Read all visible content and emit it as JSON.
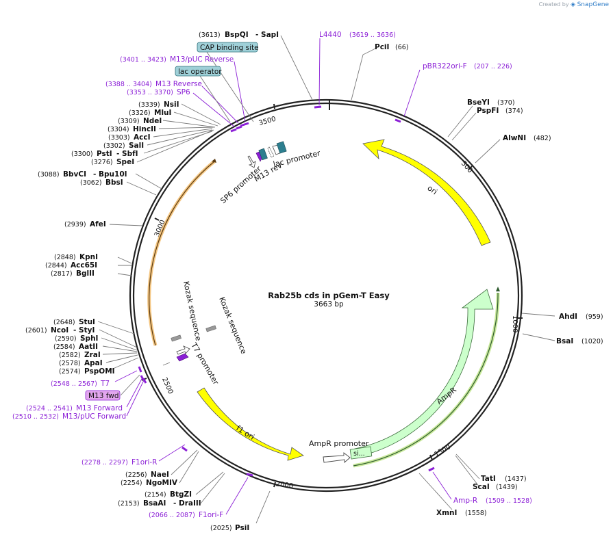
{
  "credit": {
    "prefix": "Created by",
    "brand": "SnapGene"
  },
  "plasmid": {
    "name": "Rab25b cds in pGem-T Easy",
    "length": "3663 bp"
  },
  "ticks": [
    "500",
    "1000",
    "1500",
    "2000",
    "2500",
    "3000",
    "3500"
  ],
  "enzymes": [
    {
      "pos": "(3613)",
      "name": "BspQI",
      "extra": "- SapI"
    },
    {
      "pos": "(66)",
      "name": "PciI"
    },
    {
      "pos": "(370)",
      "name": "BseYI"
    },
    {
      "pos": "(374)",
      "name": "PspFI"
    },
    {
      "pos": "(482)",
      "name": "AlwNI"
    },
    {
      "pos": "(959)",
      "name": "AhdI"
    },
    {
      "pos": "(1020)",
      "name": "BsaI"
    },
    {
      "pos": "(1437)",
      "name": "TatI"
    },
    {
      "pos": "(1439)",
      "name": "ScaI"
    },
    {
      "pos": "(1558)",
      "name": "XmnI"
    },
    {
      "pos": "(2025)",
      "name": "PsiI"
    },
    {
      "pos": "(2154)",
      "name": "BtgZI"
    },
    {
      "pos": "(2153)",
      "name": "BsaAI",
      "extra": "- DraIII"
    },
    {
      "pos": "(2256)",
      "name": "NaeI"
    },
    {
      "pos": "(2254)",
      "name": "NgoMIV"
    },
    {
      "pos": "(2574)",
      "name": "PspOMI"
    },
    {
      "pos": "(2578)",
      "name": "ApaI"
    },
    {
      "pos": "(2582)",
      "name": "ZraI"
    },
    {
      "pos": "(2584)",
      "name": "AatII"
    },
    {
      "pos": "(2590)",
      "name": "SphI"
    },
    {
      "pos": "(2601)",
      "name": "NcoI",
      "extra": "- StyI"
    },
    {
      "pos": "(2648)",
      "name": "StuI"
    },
    {
      "pos": "(2817)",
      "name": "BglII"
    },
    {
      "pos": "(2844)",
      "name": "Acc65I"
    },
    {
      "pos": "(2848)",
      "name": "KpnI"
    },
    {
      "pos": "(2939)",
      "name": "AfeI"
    },
    {
      "pos": "(3062)",
      "name": "BbsI"
    },
    {
      "pos": "(3088)",
      "name": "BbvCI",
      "extra": "- Bpu10I"
    },
    {
      "pos": "(3276)",
      "name": "SpeI"
    },
    {
      "pos": "(3300)",
      "name": "PstI",
      "extra": "- SbfI"
    },
    {
      "pos": "(3302)",
      "name": "SalI"
    },
    {
      "pos": "(3303)",
      "name": "AccI"
    },
    {
      "pos": "(3304)",
      "name": "HincII"
    },
    {
      "pos": "(3309)",
      "name": "NdeI"
    },
    {
      "pos": "(3326)",
      "name": "MluI"
    },
    {
      "pos": "(3339)",
      "name": "NsiI"
    }
  ],
  "primers": [
    {
      "name": "L4440",
      "pos": "(3619 .. 3636)"
    },
    {
      "name": "pBR322ori-F",
      "pos": "(207 .. 226)"
    },
    {
      "name": "M13/pUC Reverse",
      "pos": "(3401 .. 3423)"
    },
    {
      "name": "M13 Reverse",
      "pos": "(3388 .. 3404)"
    },
    {
      "name": "SP6",
      "pos": "(3353 .. 3370)"
    },
    {
      "name": "T7",
      "pos": "(2548 .. 2567)"
    },
    {
      "name": "M13 Forward",
      "pos": "(2524 .. 2541)"
    },
    {
      "name": "M13/pUC Forward",
      "pos": "(2510 .. 2532)"
    },
    {
      "name": "F1ori-R",
      "pos": "(2278 .. 2297)"
    },
    {
      "name": "F1ori-F",
      "pos": "(2066 .. 2087)"
    },
    {
      "name": "Amp-R",
      "pos": "(1509 .. 1528)"
    }
  ],
  "boxed": {
    "cap": "CAP binding site",
    "lacop": "lac operator",
    "m13fwd": "M13 fwd"
  },
  "features": {
    "ori": "ori",
    "ampr": "AmpR",
    "f1ori": "f1 ori",
    "ampr_promoter": "AmpR promoter",
    "sig": "si...",
    "lac_promoter": "lac promoter",
    "m13_rev": "M13 rev",
    "sp6_promoter": "SP6 promoter",
    "t7_promoter": "T7 promoter",
    "kozak1": "Kozak sequence",
    "kozak2": "Kozak sequence"
  },
  "colors": {
    "ori": "#ffff00",
    "ampr": "#ccffcc",
    "f1ori": "#ffff00",
    "primer": "#8b1fd6",
    "lac": "#2d7f8f",
    "box": "#9fd0d8",
    "m13box": "#e2a6ee"
  }
}
